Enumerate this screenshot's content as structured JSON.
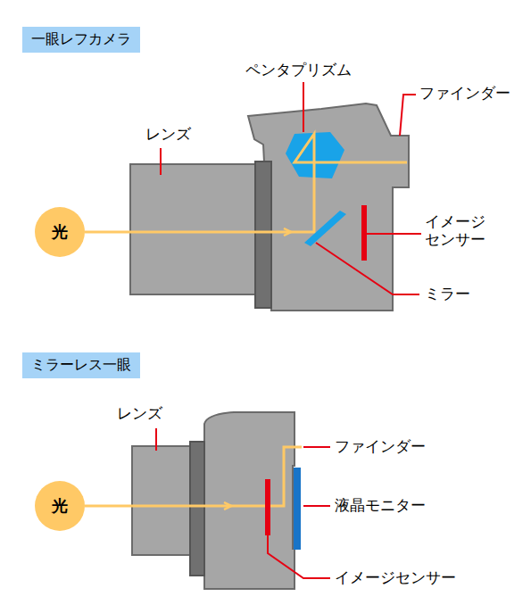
{
  "diagram": {
    "nodes": [
      {
        "text": [
          "一眼レフカメラ"
        ]
      },
      {
        "text": [
          "光"
        ]
      },
      {
        "text": [
          "ミラーレス一眼"
        ]
      },
      {
        "text": [
          "光"
        ]
      }
    ],
    "labels": [
      "レンズ",
      "ペンタプリズム",
      "ファインダー",
      "イメージ センサー",
      "ミラー",
      "レンズ",
      "ファインダー",
      "液晶モニター",
      "イメージセンサー"
    ]
  }
}
